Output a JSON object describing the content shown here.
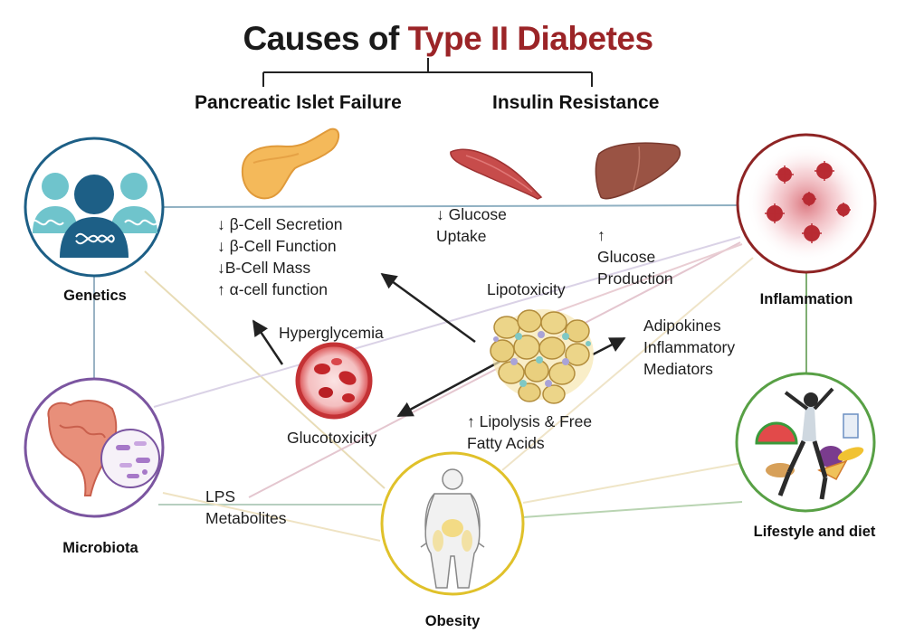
{
  "title": {
    "prefix": "Causes of ",
    "highlight": "Type II Diabetes"
  },
  "branches": {
    "left": "Pancreatic Islet Failure",
    "right": "Insulin Resistance"
  },
  "beta_cell_effects": [
    "↓ β-Cell Secretion",
    "↓ β-Cell Function",
    "↓B-Cell Mass",
    "↑ α-cell function"
  ],
  "muscle_effect": [
    "↓ Glucose",
    "Uptake"
  ],
  "liver_effect": [
    "↑",
    "Glucose",
    "Production"
  ],
  "lipotoxicity": "Lipotoxicity",
  "hyperglycemia": "Hyperglycemia",
  "glucotoxicity": "Glucotoxicity",
  "adipokines": [
    "Adipokines",
    "Inflammatory",
    "Mediators"
  ],
  "lipolysis": [
    "↑ Lipolysis & Free",
    "Fatty Acids"
  ],
  "lps": [
    "LPS",
    "Metabolites"
  ],
  "factors": {
    "genetics": "Genetics",
    "inflammation": "Inflammation",
    "microbiota": "Microbiota",
    "lifestyle": "Lifestyle and diet",
    "obesity": "Obesity"
  },
  "colors": {
    "title_accent": "#9b2427",
    "genetics_ring": "#1d5f86",
    "inflammation_ring": "#8e2424",
    "microbiota_ring": "#7b55a0",
    "lifestyle_ring": "#58a045",
    "obesity_ring": "#e0c12a"
  },
  "icons": [
    "pancreas-icon",
    "muscle-icon",
    "liver-icon",
    "family-dna-icon",
    "virus-icon",
    "intestine-bacteria-icon",
    "human-body-icon",
    "dancing-person-food-icon",
    "red-blood-cells-icon",
    "fat-cells-icon"
  ]
}
